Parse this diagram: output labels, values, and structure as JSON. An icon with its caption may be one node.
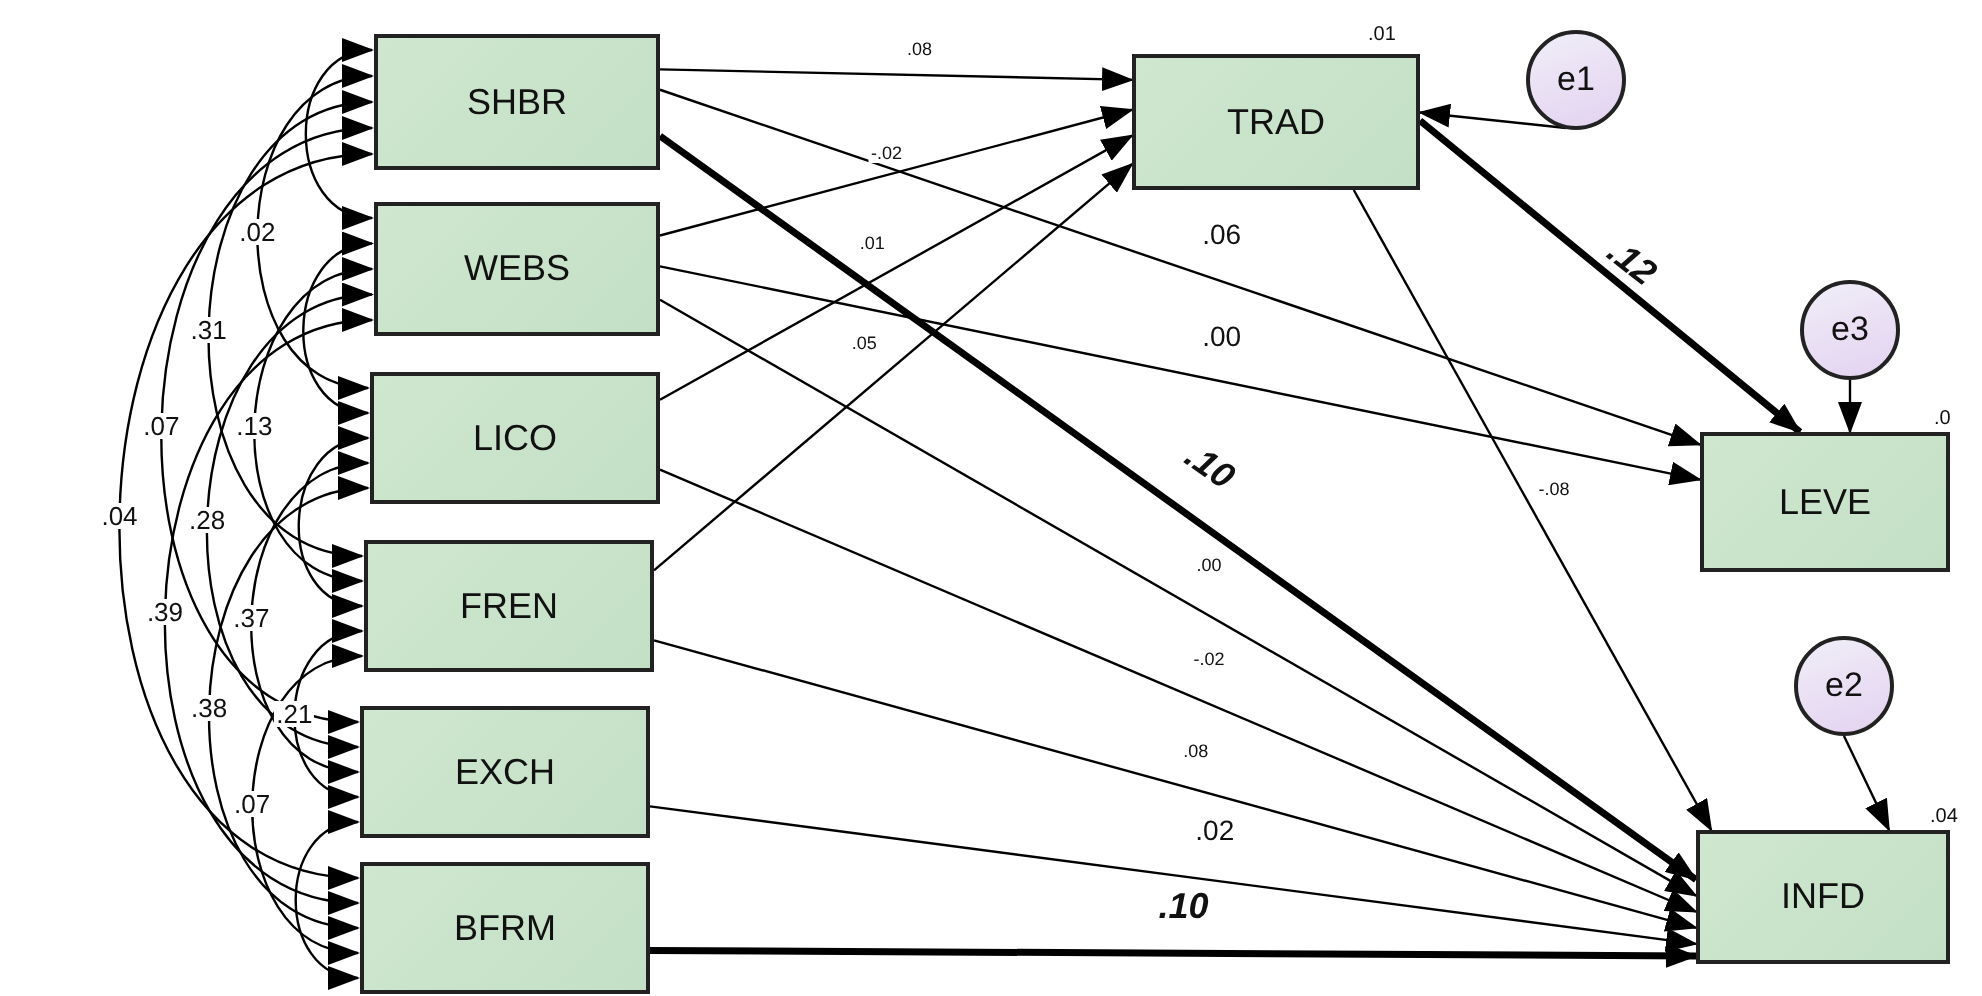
{
  "diagram": {
    "nodes": [
      {
        "text": [
          "SHBR"
        ]
      },
      {
        "text": [
          "WEBS"
        ]
      },
      {
        "text": [
          "LICO"
        ]
      },
      {
        "text": [
          "FREN"
        ]
      },
      {
        "text": [
          "EXCH"
        ]
      },
      {
        "text": [
          "BFRM"
        ]
      },
      {
        "text": [
          "TRAD"
        ],
        "beside": [
          ".01"
        ]
      },
      {
        "text": [
          "LEVE"
        ],
        "beside": [
          ".0"
        ]
      },
      {
        "text": [
          "INFD"
        ],
        "beside": [
          ".04"
        ]
      },
      {
        "text": [
          "e1"
        ]
      },
      {
        "text": [
          "e3"
        ]
      },
      {
        "text": [
          "e2"
        ]
      }
    ],
    "edges": [
      {
        "from": 0,
        "to": 6,
        "arrow": "to",
        "label": ".08"
      },
      {
        "from": 1,
        "to": 6,
        "arrow": "to",
        "label": "-.02"
      },
      {
        "from": 2,
        "to": 6,
        "arrow": "to",
        "label": ".01"
      },
      {
        "from": 3,
        "to": 6,
        "arrow": "to",
        "label": ".05"
      },
      {
        "from": 0,
        "to": 7,
        "arrow": "to",
        "label": ".06"
      },
      {
        "from": 1,
        "to": 7,
        "arrow": "to",
        "label": ".00"
      },
      {
        "from": 0,
        "to": 8,
        "arrow": "to",
        "label": ".10",
        "style": "thick"
      },
      {
        "from": 1,
        "to": 8,
        "arrow": "to",
        "label": ".00"
      },
      {
        "from": 2,
        "to": 8,
        "arrow": "to",
        "label": "-.02"
      },
      {
        "from": 3,
        "to": 8,
        "arrow": "to",
        "label": ".08"
      },
      {
        "from": 4,
        "to": 8,
        "arrow": "to",
        "label": ".02"
      },
      {
        "from": 5,
        "to": 8,
        "arrow": "to",
        "label": ".10",
        "style": "thick"
      },
      {
        "from": 6,
        "to": 7,
        "arrow": "to",
        "label": ".12",
        "style": "thick"
      },
      {
        "from": 6,
        "to": 8,
        "arrow": "to",
        "label": "-.08"
      },
      {
        "from": 9,
        "to": 6,
        "arrow": "to"
      },
      {
        "from": 10,
        "to": 7,
        "arrow": "to"
      },
      {
        "from": 11,
        "to": 8,
        "arrow": "to"
      },
      {
        "from": 0,
        "to": 1,
        "arrow": "both"
      },
      {
        "from": 0,
        "to": 2,
        "arrow": "both",
        "label": ".02"
      },
      {
        "from": 0,
        "to": 3,
        "arrow": "both",
        "label": ".31"
      },
      {
        "from": 0,
        "to": 4,
        "arrow": "both",
        "label": ".07"
      },
      {
        "from": 0,
        "to": 5,
        "arrow": "both",
        "label": ".04"
      },
      {
        "from": 1,
        "to": 2,
        "arrow": "both"
      },
      {
        "from": 1,
        "to": 3,
        "arrow": "both",
        "label": ".13"
      },
      {
        "from": 1,
        "to": 4,
        "arrow": "both",
        "label": ".28"
      },
      {
        "from": 1,
        "to": 5,
        "arrow": "both",
        "label": ".39"
      },
      {
        "from": 2,
        "to": 3,
        "arrow": "both"
      },
      {
        "from": 2,
        "to": 4,
        "arrow": "both",
        "label": ".37"
      },
      {
        "from": 2,
        "to": 5,
        "arrow": "both",
        "label": ".38"
      },
      {
        "from": 3,
        "to": 4,
        "arrow": "both",
        "label": ".21"
      },
      {
        "from": 3,
        "to": 5,
        "arrow": "both",
        "label": ".07"
      },
      {
        "from": 4,
        "to": 5,
        "arrow": "both"
      }
    ]
  }
}
